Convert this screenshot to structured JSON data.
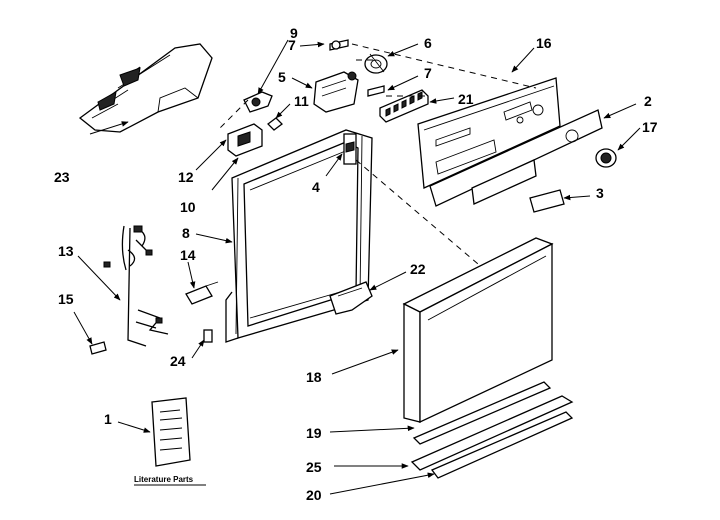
{
  "diagram": {
    "labels": {
      "l1": "1",
      "l2": "2",
      "l3": "3",
      "l4": "4",
      "l5": "5",
      "l6": "6",
      "l7a": "7",
      "l7b": "7",
      "l8": "8",
      "l9": "9",
      "l10": "10",
      "l11": "11",
      "l12": "12",
      "l13": "13",
      "l14": "14",
      "l15": "15",
      "l16": "16",
      "l17": "17",
      "l18": "18",
      "l19": "19",
      "l20": "20",
      "l21": "21",
      "l22": "22",
      "l23": "23",
      "l24": "24",
      "l25": "25"
    },
    "literature_caption": "Literature Parts"
  }
}
